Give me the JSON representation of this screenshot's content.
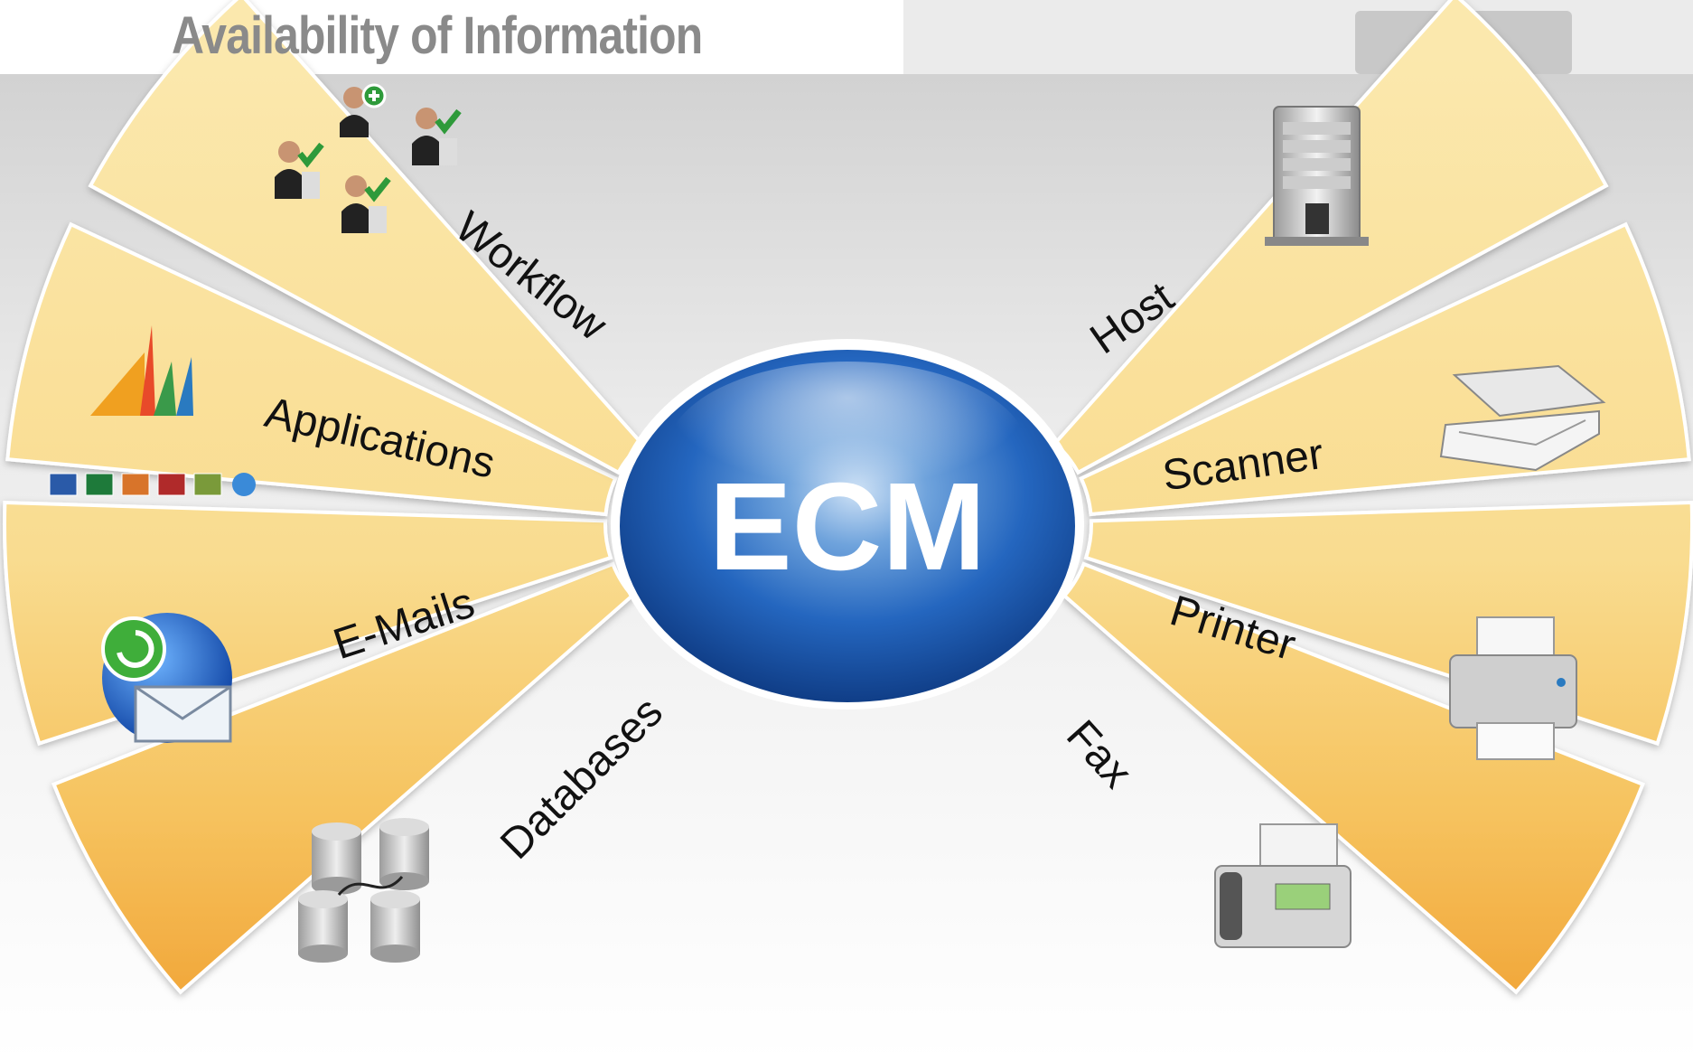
{
  "title": "Availability of Information",
  "center": {
    "label": "ECM"
  },
  "segments": [
    {
      "label": "Workflow",
      "icon": "users-checkmark-icon"
    },
    {
      "label": "Applications",
      "icon": "office-apps-icon"
    },
    {
      "label": "E-Mails",
      "icon": "email-globe-icon"
    },
    {
      "label": "Databases",
      "icon": "database-network-icon"
    },
    {
      "label": "Host",
      "icon": "server-tower-icon"
    },
    {
      "label": "Scanner",
      "icon": "flatbed-scanner-icon"
    },
    {
      "label": "Printer",
      "icon": "printer-icon"
    },
    {
      "label": "Fax",
      "icon": "fax-machine-icon"
    }
  ],
  "colors": {
    "segment_light": "#fbe6a6",
    "segment_dark": "#f2a93a",
    "ecm_blue": "#1f5fb5",
    "title_gray": "#8a8a8a"
  }
}
